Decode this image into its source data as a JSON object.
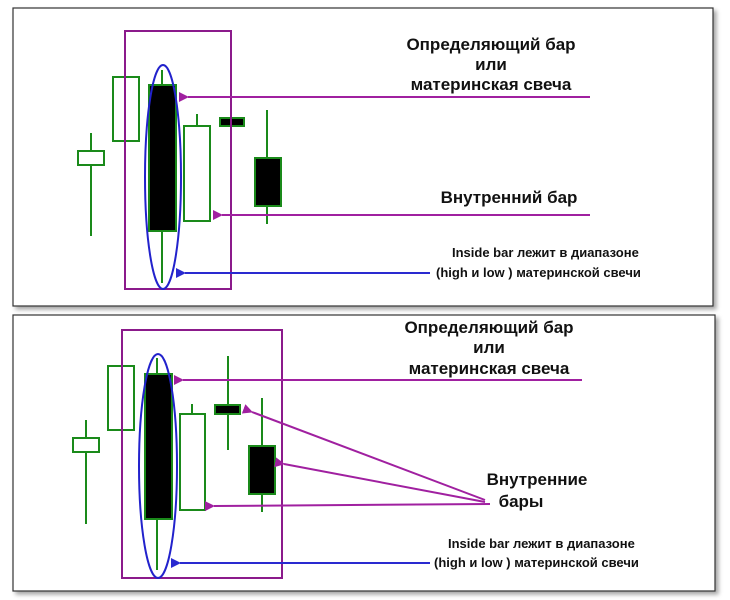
{
  "top_panel": {
    "mother_label_line1": "Определяющий бар",
    "mother_label_line2": "или",
    "mother_label_line3": "материнская свеча",
    "inside_label": "Внутренний бар",
    "note_line1": "Inside bar лежит в диапазоне",
    "note_line2": "(high и low ) материнской свечи"
  },
  "bottom_panel": {
    "mother_label_line1": "Определяющий бар",
    "mother_label_line2": "или",
    "mother_label_line3": "материнская свеча",
    "inside_label_line1": "Внутренние",
    "inside_label_line2": "бары",
    "note_line1": "Inside bar лежит в диапазоне",
    "note_line2": "(high и low ) материнской свечи"
  },
  "colors": {
    "candle_outline": "#1a8a1a",
    "candle_bear_fill": "#000000",
    "rect_highlight": "#8b1a8b",
    "ellipse_highlight": "#2222cc",
    "arrow_purple": "#a020a0",
    "arrow_blue": "#2a2ad0"
  }
}
